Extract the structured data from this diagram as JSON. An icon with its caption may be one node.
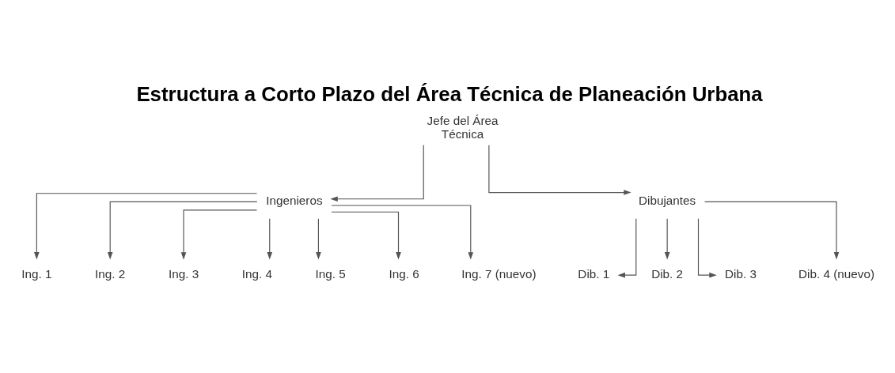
{
  "diagram": {
    "title": "Estructura a Corto Plazo del Área Técnica de Planeación Urbana",
    "nodes": [
      {
        "text": [
          "Jefe del Área Técnica"
        ]
      },
      {
        "text": [
          "Ingenieros"
        ]
      },
      {
        "text": [
          "Dibujantes"
        ]
      },
      {
        "text": [
          "Ing. 1"
        ]
      },
      {
        "text": [
          "Ing. 2"
        ]
      },
      {
        "text": [
          "Ing. 3"
        ]
      },
      {
        "text": [
          "Ing. 4"
        ]
      },
      {
        "text": [
          "Ing. 5"
        ]
      },
      {
        "text": [
          "Ing. 6"
        ]
      },
      {
        "text": [
          "Ing. 7 (nuevo)"
        ]
      },
      {
        "text": [
          "Dib. 1"
        ]
      },
      {
        "text": [
          "Dib. 2"
        ]
      },
      {
        "text": [
          "Dib. 3"
        ]
      },
      {
        "text": [
          "Dib. 4 (nuevo)"
        ]
      }
    ],
    "edges": [
      {
        "from": 0,
        "to": 1,
        "arrow": "to"
      },
      {
        "from": 0,
        "to": 2,
        "arrow": "to"
      },
      {
        "from": 1,
        "to": 3,
        "arrow": "to"
      },
      {
        "from": 1,
        "to": 4,
        "arrow": "to"
      },
      {
        "from": 1,
        "to": 5,
        "arrow": "to"
      },
      {
        "from": 1,
        "to": 6,
        "arrow": "to"
      },
      {
        "from": 1,
        "to": 7,
        "arrow": "to"
      },
      {
        "from": 1,
        "to": 8,
        "arrow": "to"
      },
      {
        "from": 1,
        "to": 9,
        "arrow": "to"
      },
      {
        "from": 2,
        "to": 10,
        "arrow": "to"
      },
      {
        "from": 2,
        "to": 11,
        "arrow": "to"
      },
      {
        "from": 2,
        "to": 12,
        "arrow": "to"
      },
      {
        "from": 2,
        "to": 13,
        "arrow": "to"
      }
    ]
  }
}
